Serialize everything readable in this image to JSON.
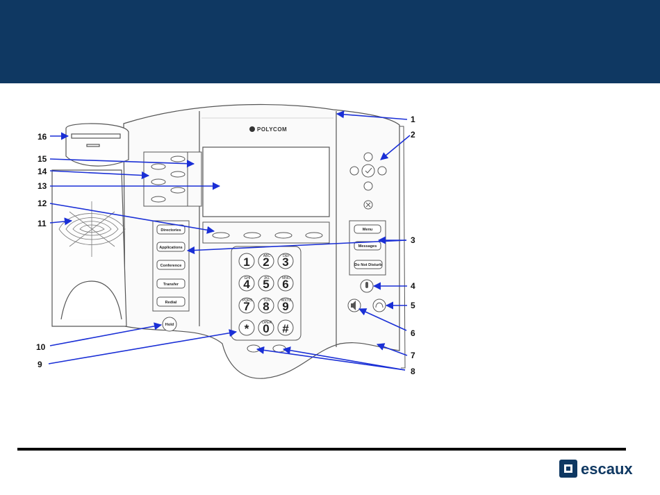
{
  "header": {
    "color": "#0f3862"
  },
  "phone": {
    "brand": "POLYCOM",
    "feature_keys": [
      "Directories",
      "Applications",
      "Conference",
      "Transfer",
      "Redial"
    ],
    "hold_label": "Hold",
    "right_keys": [
      "Menu",
      "Messages",
      "Do Not Disturb"
    ],
    "keypad": [
      {
        "num": "1",
        "letters": ""
      },
      {
        "num": "2",
        "letters": "ABC"
      },
      {
        "num": "3",
        "letters": "DEF"
      },
      {
        "num": "4",
        "letters": "GHI"
      },
      {
        "num": "5",
        "letters": "JKL"
      },
      {
        "num": "6",
        "letters": "MNO"
      },
      {
        "num": "7",
        "letters": "PQRS"
      },
      {
        "num": "8",
        "letters": "TUV"
      },
      {
        "num": "9",
        "letters": "WXYZ"
      },
      {
        "num": "*",
        "letters": ""
      },
      {
        "num": "0",
        "letters": "OPER"
      },
      {
        "num": "#",
        "letters": ""
      }
    ]
  },
  "callouts": [
    "1",
    "2",
    "3",
    "4",
    "5",
    "6",
    "7",
    "8",
    "9",
    "10",
    "11",
    "12",
    "13",
    "14",
    "15",
    "16"
  ],
  "colors": {
    "arrow": "#1a2fd6",
    "outline": "#555555"
  },
  "footer": {
    "logo_text": "escaux"
  }
}
